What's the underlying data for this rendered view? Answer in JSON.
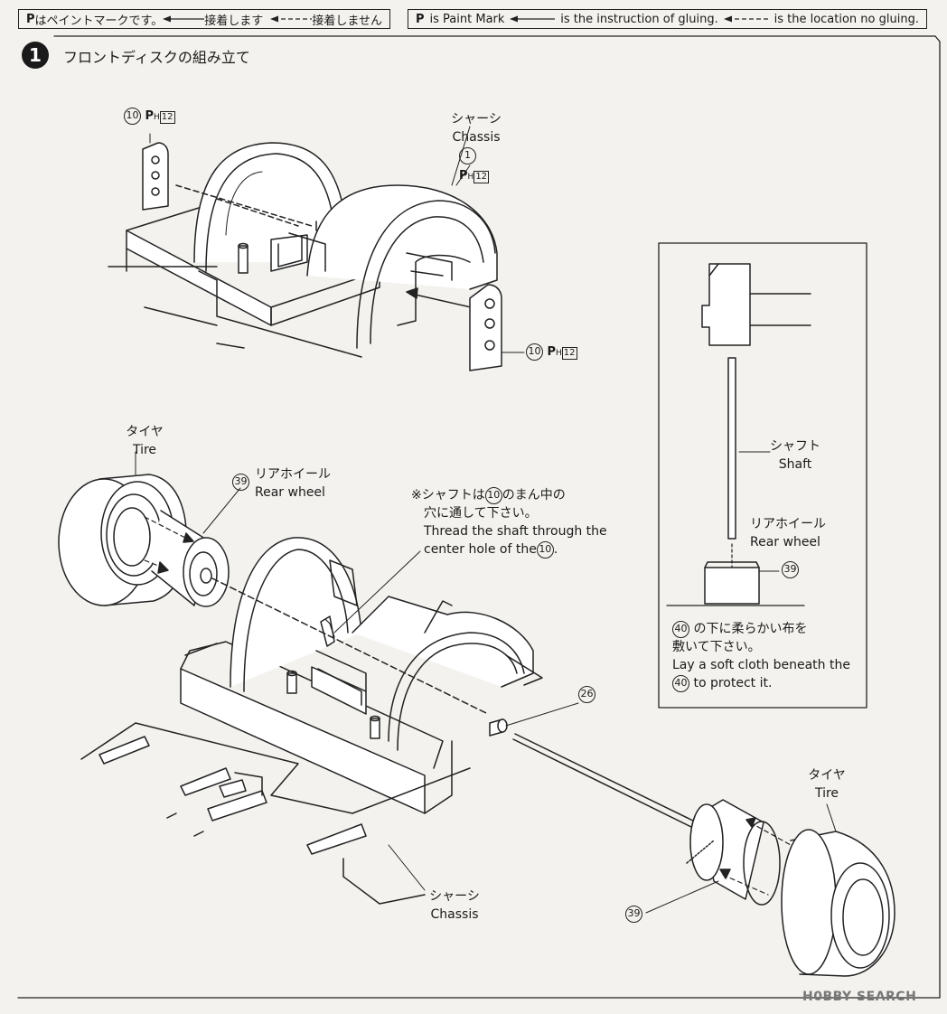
{
  "legend": {
    "ja": {
      "p_text": "はペイントマークです。",
      "glue_text": "接着します",
      "no_glue_text": "接着しません"
    },
    "en": {
      "p_text": "is Paint Mark",
      "glue_text": "is the instruction of gluing.",
      "no_glue_text": "is the location no gluing."
    },
    "p_symbol": "P"
  },
  "step": {
    "number": "1",
    "title": "フロントディスクの組み立て"
  },
  "labels": {
    "chassis_top_ja": "シャーシ",
    "chassis_top_en": "Chassis",
    "chassis_bottom_ja": "シャーシ",
    "chassis_bottom_en": "Chassis",
    "tire_left_ja": "タイヤ",
    "tire_left_en": "Tire",
    "tire_right_ja": "タイヤ",
    "tire_right_en": "Tire",
    "rear_wheel_ja": "リアホイール",
    "rear_wheel_en": "Rear wheel",
    "shaft_ja": "シャフト",
    "shaft_en": "Shaft",
    "rear_wheel_inset_ja": "リアホイール",
    "rear_wheel_inset_en": "Rear wheel"
  },
  "parts": {
    "p10": "10",
    "p1": "1",
    "p39": "39",
    "p26": "26",
    "p40": "40",
    "paint_code": "12",
    "paint_h": "H",
    "paint_p": "P"
  },
  "notes": {
    "thread_ja_1": "※シャフトは",
    "thread_ja_1b": "のまん中の",
    "thread_ja_2": "穴に通して下さい。",
    "thread_en_1": "Thread the shaft through the",
    "thread_en_2": "center hole of the",
    "thread_en_2b": ".",
    "cloth_ja_1": "の下に柔らかい布を",
    "cloth_ja_2": "敷いて下さい。",
    "cloth_en_1": "Lay a soft cloth beneath the",
    "cloth_en_2": "to protect it."
  },
  "watermark": "H0BBY SEARCH"
}
